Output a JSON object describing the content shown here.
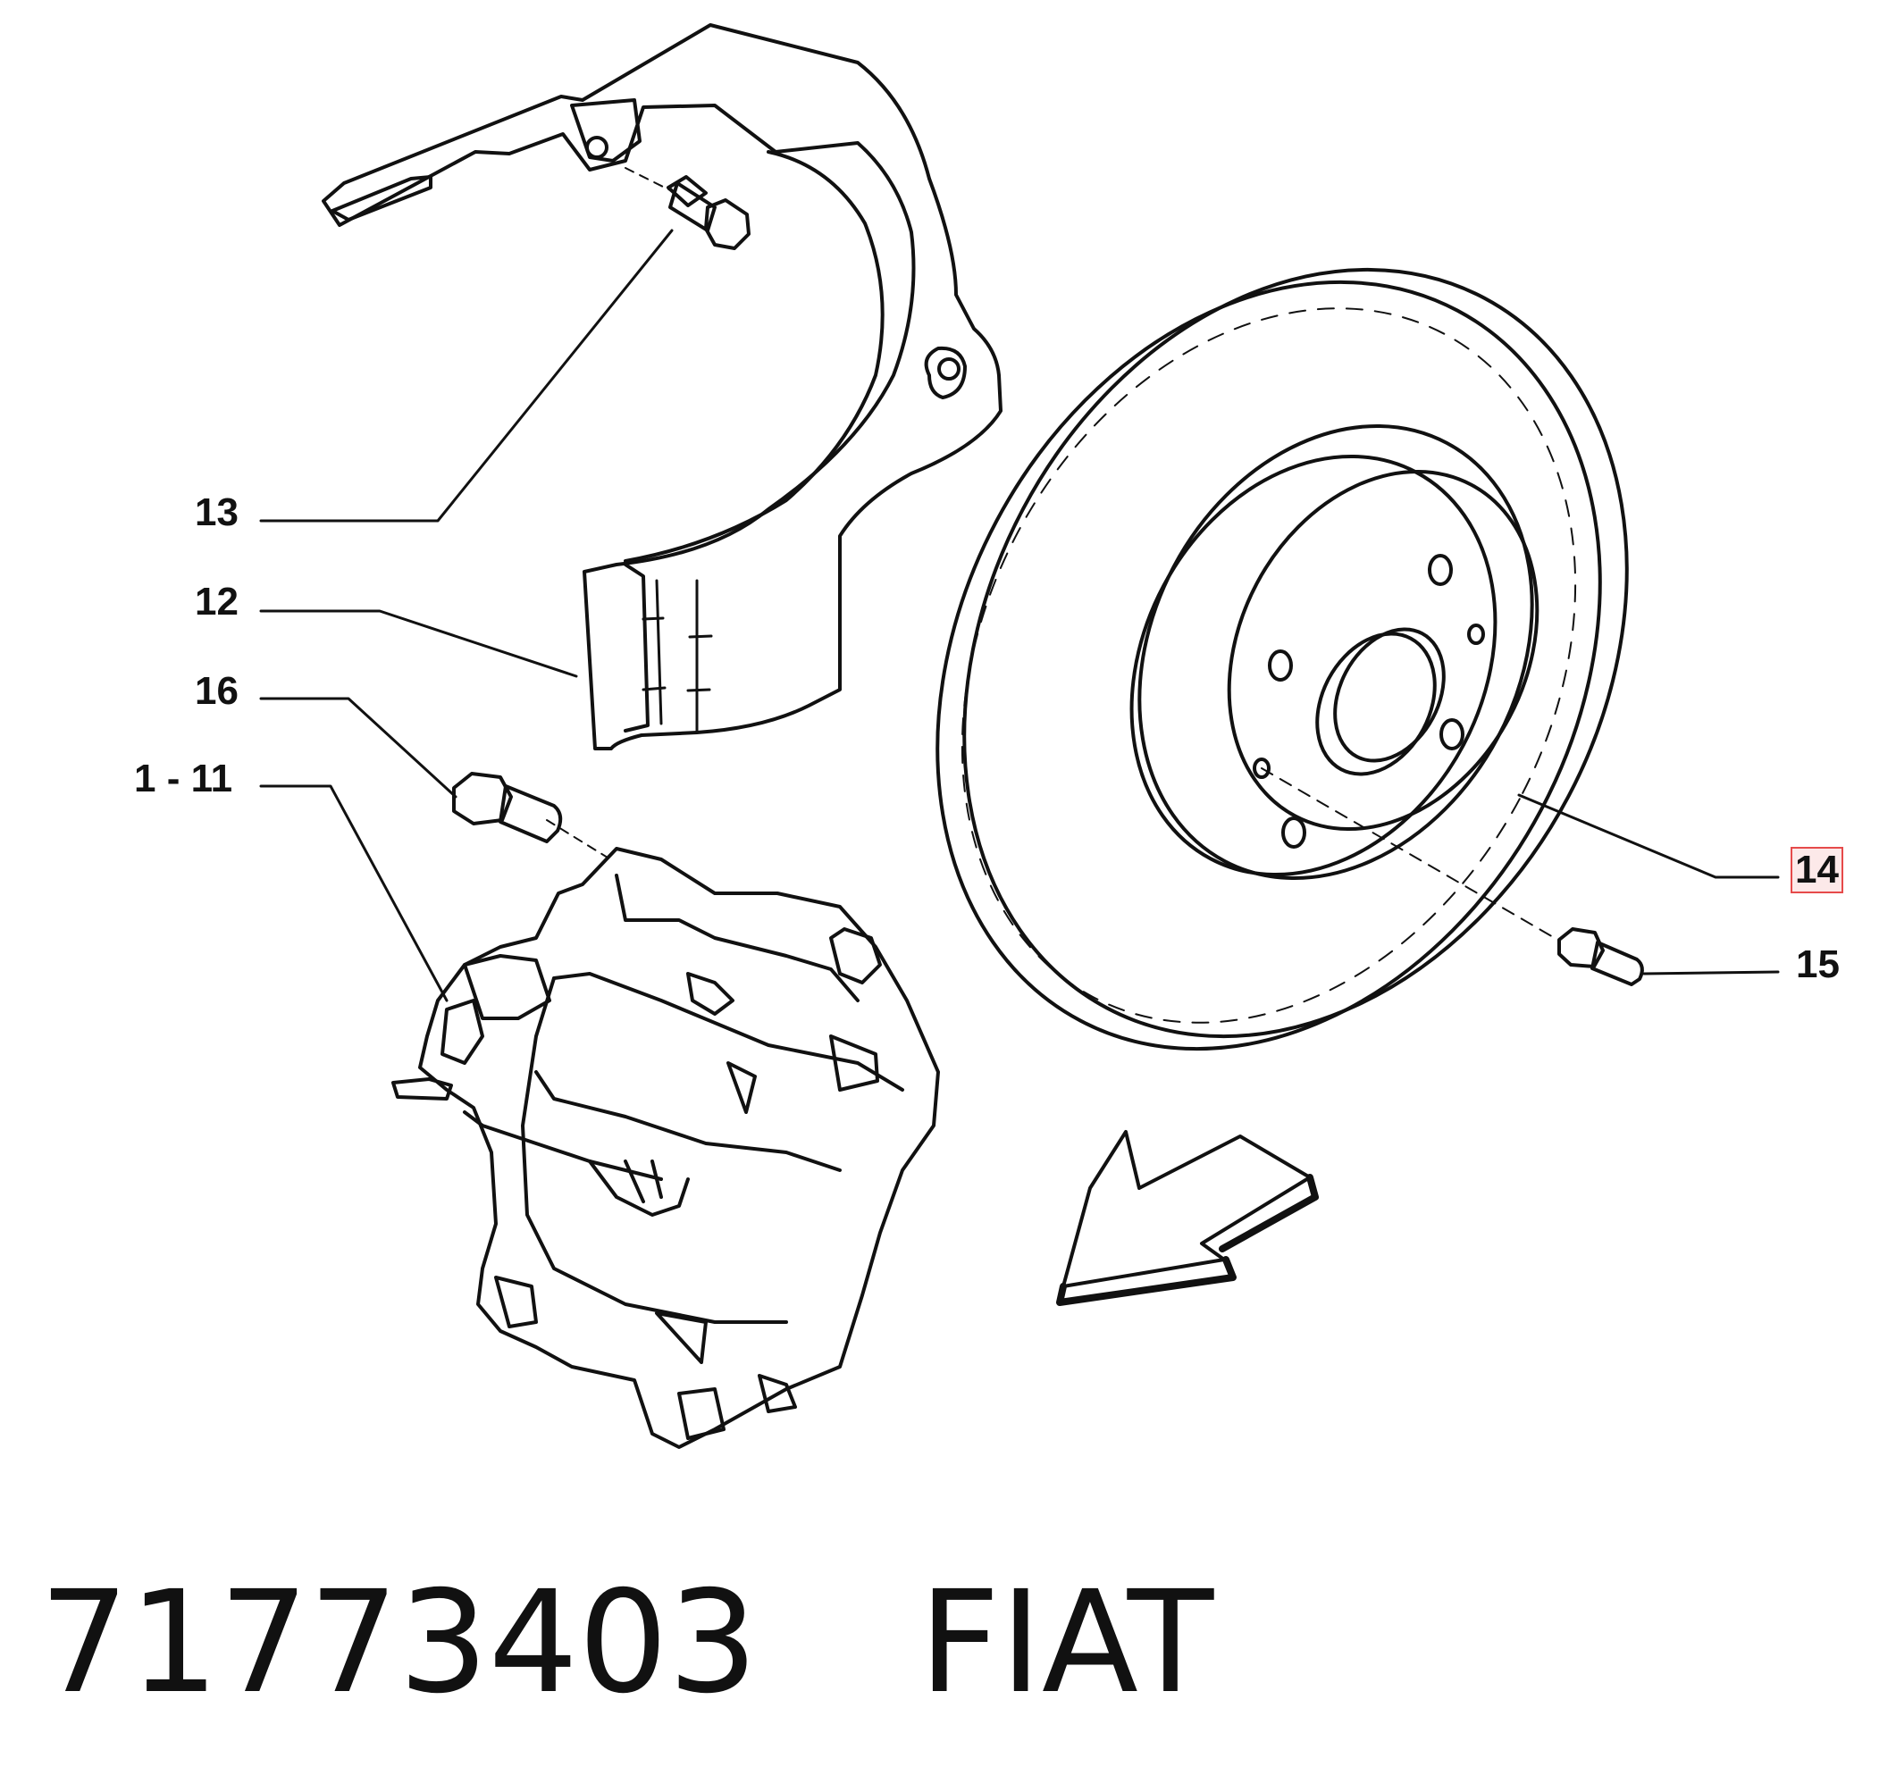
{
  "labels": {
    "shield_bolt": "13",
    "dust_shield": "12",
    "caliper_bolt": "16",
    "caliper": "1 - 11",
    "brake_disc": "14",
    "disc_screw": "15"
  },
  "highlighted_label": "14",
  "highlight_color": "#e64a4a",
  "footer": {
    "part_number": "71773403",
    "brand": "FIAT"
  }
}
